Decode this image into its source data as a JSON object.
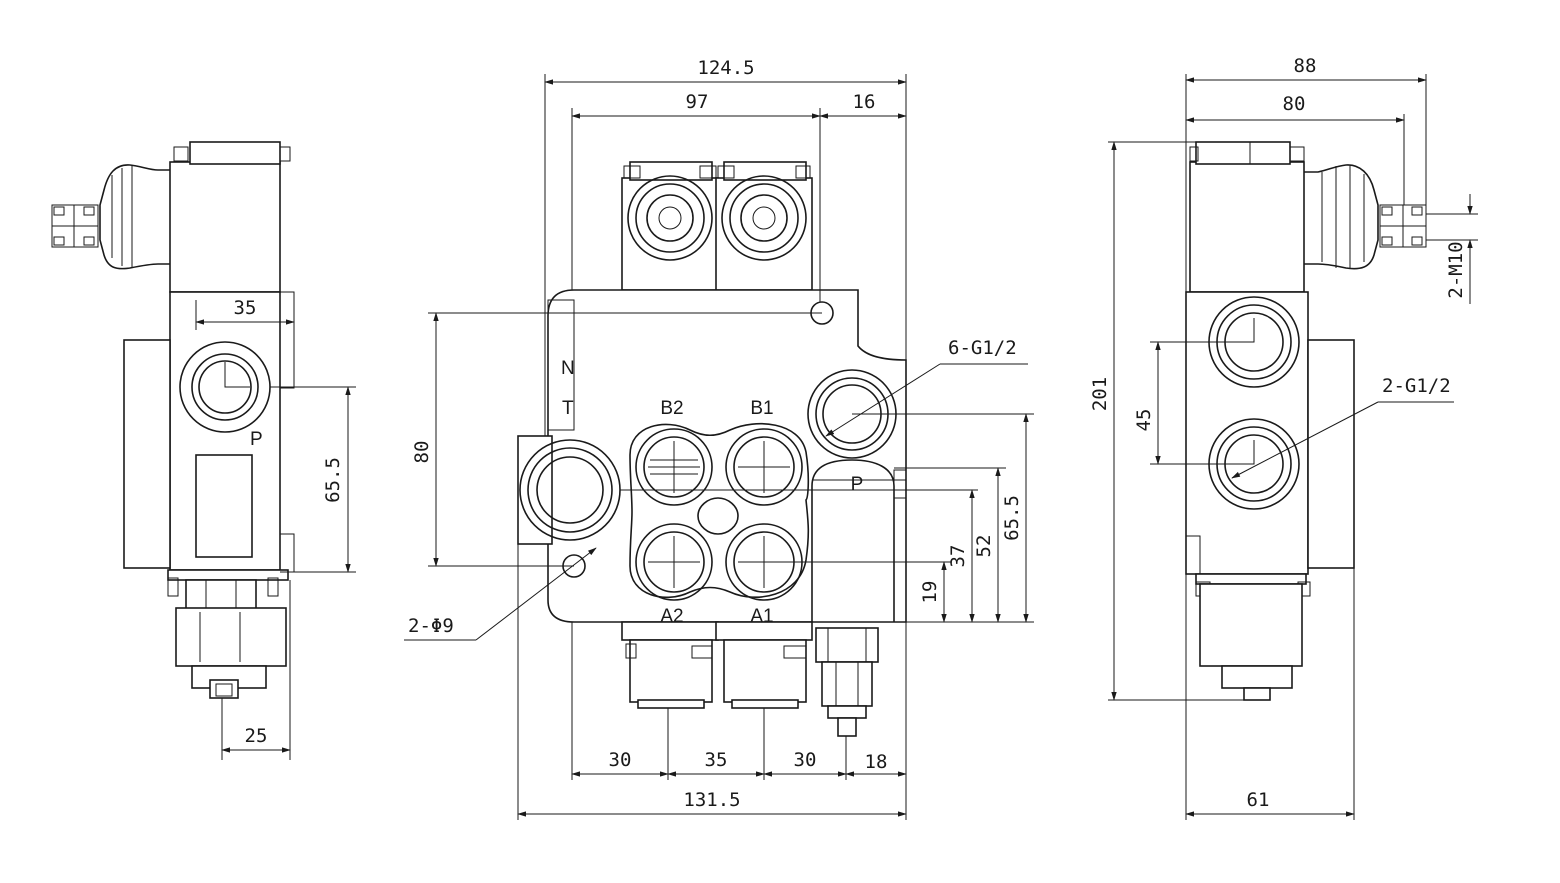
{
  "views": {
    "left": {
      "dims": {
        "width_top": "35",
        "height_port": "65.5",
        "width_bottom": "25"
      },
      "ports": {
        "p": "P"
      }
    },
    "center": {
      "dims": {
        "overall_top": "124.5",
        "body_top": "97",
        "top_right": "16",
        "height_left": "80",
        "h1": "19",
        "h2": "37",
        "h3": "52",
        "h4": "65.5",
        "bottom_30a": "30",
        "bottom_35": "35",
        "bottom_30b": "30",
        "bottom_18": "18",
        "overall_bottom": "131.5"
      },
      "ports": {
        "n": "N",
        "t": "T",
        "b2": "B2",
        "b1": "B1",
        "a2": "A2",
        "a1": "A1",
        "p": "P"
      },
      "callouts": {
        "ports": "6-G1/2",
        "holes": "2-Φ9"
      }
    },
    "right": {
      "dims": {
        "top_88": "88",
        "top_80": "80",
        "height": "201",
        "spacing": "45",
        "bottom": "61",
        "m10": "2-M10"
      },
      "callouts": {
        "ports": "2-G1/2"
      }
    }
  }
}
